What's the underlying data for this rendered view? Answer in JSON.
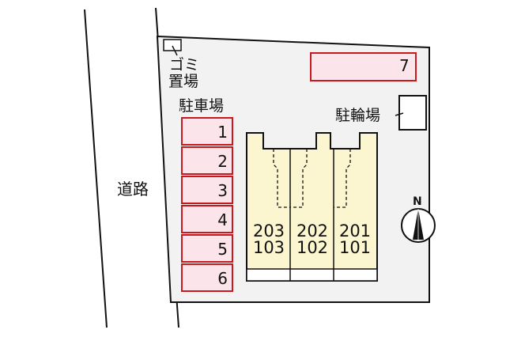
{
  "road": {
    "label": "道路"
  },
  "garbage": {
    "label_line1": "ゴミ",
    "label_line2": "置場"
  },
  "parking": {
    "label": "駐車場",
    "slots": [
      {
        "number": "1"
      },
      {
        "number": "2"
      },
      {
        "number": "3"
      },
      {
        "number": "4"
      },
      {
        "number": "5"
      },
      {
        "number": "6"
      }
    ],
    "extra_slot": {
      "number": "7"
    }
  },
  "bicycle_parking": {
    "label": "駐輪場"
  },
  "building": {
    "units": [
      {
        "upper": "203",
        "lower": "103"
      },
      {
        "upper": "202",
        "lower": "102"
      },
      {
        "upper": "201",
        "lower": "101"
      }
    ]
  },
  "compass": {
    "label": "N"
  },
  "colors": {
    "site_fill": "#f2f2f2",
    "building_fill": "#fbf6cf",
    "parking_fill": "#fbe4ea",
    "parking_border": "#c8191f"
  }
}
